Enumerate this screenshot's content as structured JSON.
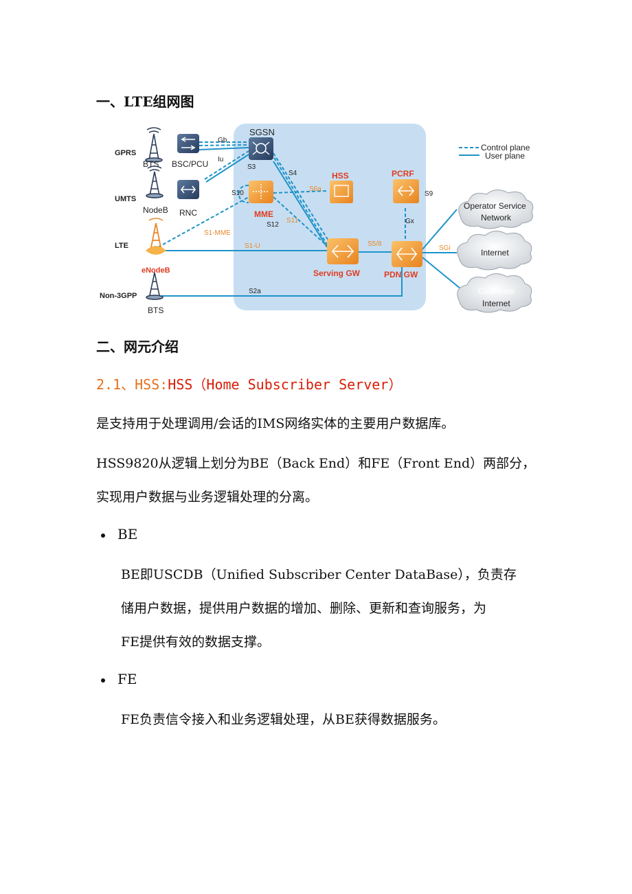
{
  "headings": {
    "h1": "一、LTE组网图",
    "h2": "二、网元介绍",
    "h3_prefix": "2.1、HSS:",
    "h3_rest": "HSS（Home Subscriber Server）"
  },
  "paragraphs": {
    "p1": "是支持用于处理调用/会话的IMS网络实体的主要用户数据库。",
    "p2a": "HSS9820从逻辑上划分为BE（Back End）和FE（Front End）两部分，",
    "p2b": "实现用户数据与业务逻辑处理的分离。"
  },
  "bullets": [
    {
      "title": "BE",
      "lines": [
        "BE即USCDB（Unified Subscriber Center DataBase），负责存",
        "储用户数据，提供用户数据的增加、删除、更新和查询服务，为",
        "FE提供有效的数据支撑。"
      ]
    },
    {
      "title": "FE",
      "lines": [
        "FE负责信令接入和业务逻辑处理，从BE获得数据服务。"
      ]
    }
  ],
  "diagram": {
    "legend": {
      "control": "Control plane",
      "user": "User plane"
    },
    "access": {
      "gprs": "GPRS",
      "umts": "UMTS",
      "lte": "LTE",
      "non3gpp": "Non-3GPP"
    },
    "nodes": {
      "bts1": "BTS",
      "bsc": "BSC/PCU",
      "nodeb": "NodeB",
      "rnc": "RNC",
      "enodeb": "eNodeB",
      "bts2": "BTS",
      "sgsn": "SGSN",
      "mme": "MME",
      "hss": "HSS",
      "pcrf": "PCRF",
      "sgw": "Serving GW",
      "pgw": "PDN GW"
    },
    "clouds": {
      "operator1": "Operator Service",
      "operator2": "Network",
      "internet": "Internet",
      "corporate1": "Corporate",
      "corporate2": "Internet"
    },
    "interfaces": {
      "gb": "Gb",
      "iu": "Iu",
      "s3": "S3",
      "s4": "S4",
      "s10": "S10",
      "s6a": "S6a",
      "s12": "S12",
      "s11": "S11",
      "s1mme": "S1-MME",
      "s1u": "S1-U",
      "s58": "S5/8",
      "sgi": "SGi",
      "s9": "S9",
      "gx": "Gx",
      "s2a": "S2a"
    },
    "colors": {
      "zone": "#c7def2",
      "line": "#1d93c9",
      "red": "#e03c22",
      "orange": "#f3a24a"
    }
  }
}
